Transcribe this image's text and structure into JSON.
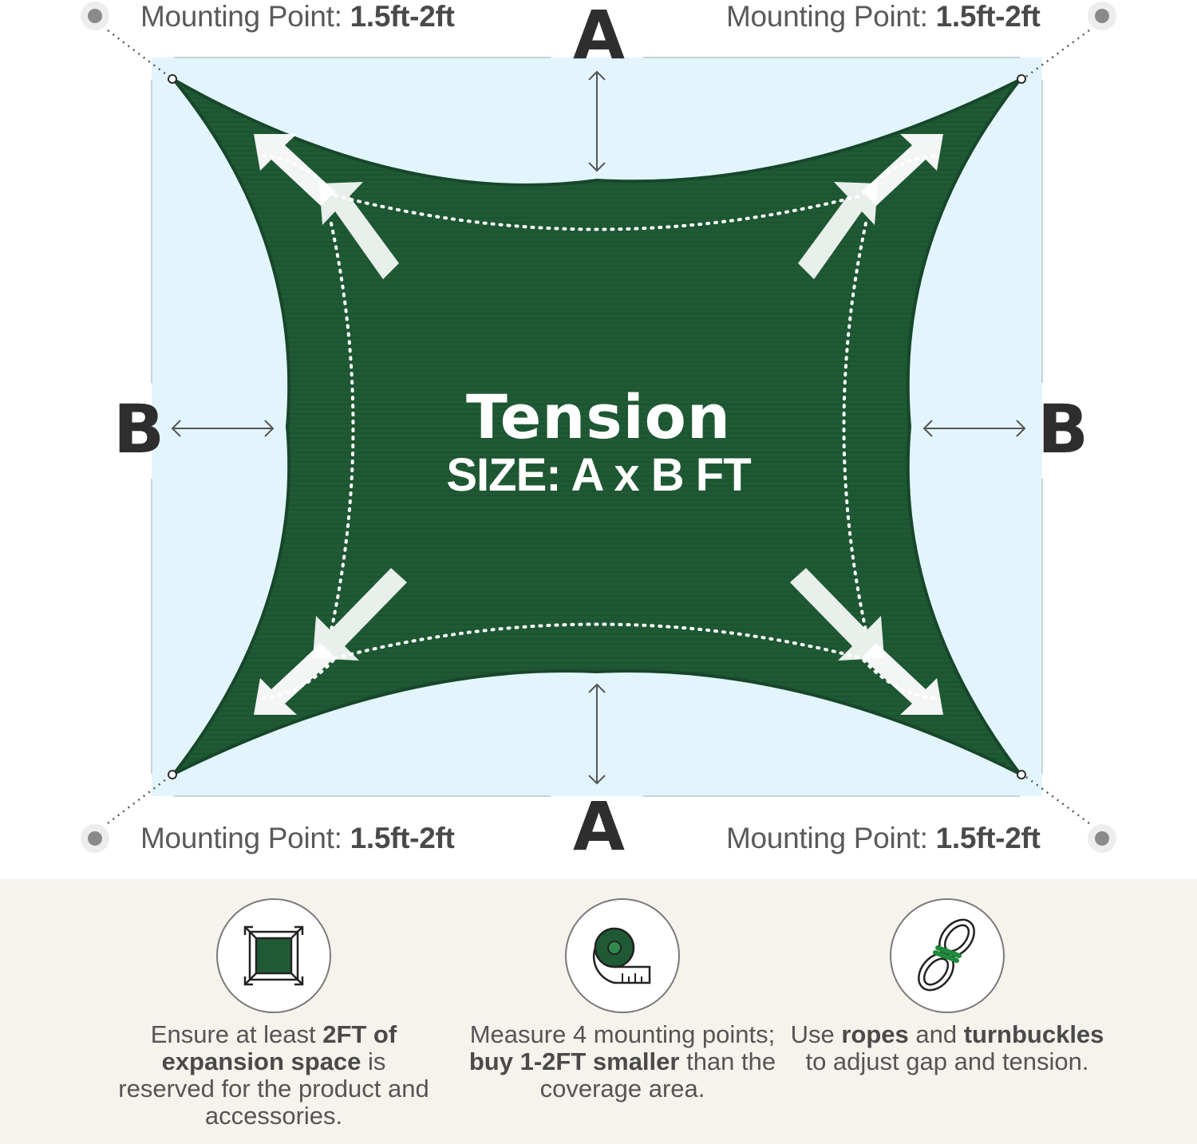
{
  "mounting": {
    "top_left": {
      "label": "Mounting Point: ",
      "value": "1.5ft-2ft"
    },
    "top_right": {
      "label": "Mounting Point: ",
      "value": "1.5ft-2ft"
    },
    "bottom_left": {
      "label": "Mounting Point: ",
      "value": "1.5ft-2ft"
    },
    "bottom_right": {
      "label": "Mounting Point: ",
      "value": "1.5ft-2ft"
    }
  },
  "dimensions": {
    "top": "A",
    "bottom": "A",
    "left": "B",
    "right": "B"
  },
  "center": {
    "title": "Tension",
    "subtitle": "SIZE: A x B FT"
  },
  "colors": {
    "shade_green": "#1f5a34",
    "area_blue": "#e3f5fc",
    "panel_beige": "#f6f2ec"
  },
  "tips": [
    {
      "icon": "expansion-icon",
      "parts": [
        "Ensure at least ",
        "2FT of expansion space",
        " is reserved for the product and accessories."
      ]
    },
    {
      "icon": "tape-measure-icon",
      "parts": [
        "Measure 4 mounting points; ",
        "buy 1-2FT smaller",
        " than the coverage area."
      ]
    },
    {
      "icon": "rope-icon",
      "parts": [
        "Use ",
        "ropes",
        " and ",
        "turnbuckles",
        " to adjust gap and tension."
      ]
    }
  ]
}
